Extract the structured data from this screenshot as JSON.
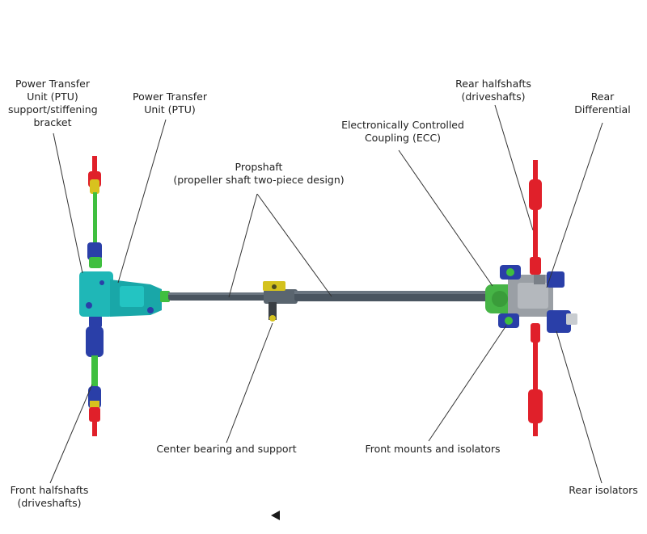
{
  "labels": {
    "ptu_bracket": [
      "Power Transfer",
      "Unit (PTU)",
      "support/stiffening",
      "bracket"
    ],
    "ptu": [
      "Power Transfer",
      "Unit (PTU)"
    ],
    "propshaft": [
      "Propshaft",
      "(propeller shaft two-piece design)"
    ],
    "ecc": [
      "Electronically Controlled",
      "Coupling (ECC)"
    ],
    "rear_halfshafts": [
      "Rear halfshafts",
      "(driveshafts)"
    ],
    "rear_diff": [
      "Rear",
      "Differential"
    ],
    "center_bearing": [
      "Center bearing and support"
    ],
    "front_mounts": [
      "Front mounts and isolators"
    ],
    "front_halfshafts": [
      "Front halfshafts",
      "(driveshafts)"
    ],
    "rear_isolators": [
      "Rear isolators"
    ]
  },
  "colors": {
    "halfshaft_front": "#3fbf3f",
    "halfshaft_rear": "#e0202a",
    "boot": "#2a3fa8",
    "ptu": "#1fb7b7",
    "propshaft": "#4a5560",
    "diff_housing": "#9a9fa5",
    "ecc": "#46b446",
    "bearing": "#d4c21e"
  },
  "nav": {
    "icon": "triangle-left-icon"
  }
}
